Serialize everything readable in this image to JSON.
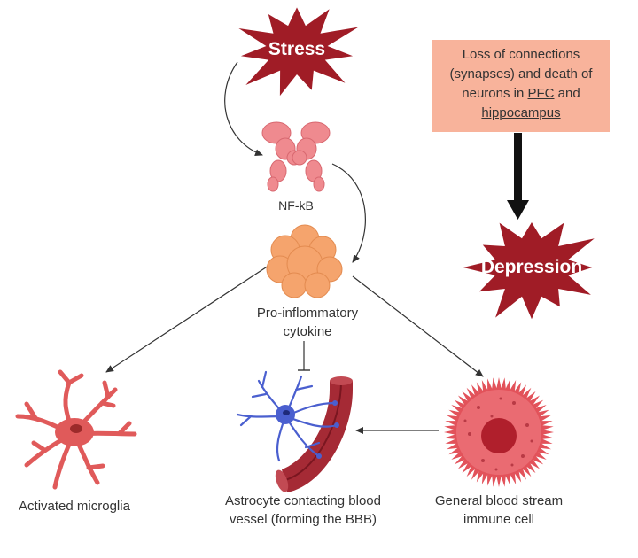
{
  "stress": {
    "label": "Stress"
  },
  "depression": {
    "label": "Depression"
  },
  "nfkb": {
    "label": "NF-kB"
  },
  "cytokine": {
    "label_line1": "Pro-inflommatory",
    "label_line2": "cytokine"
  },
  "microglia": {
    "label": "Activated microglia"
  },
  "astrocyte": {
    "label_line1": "Astrocyte contacting blood",
    "label_line2": "vessel (forming the BBB)"
  },
  "immune_cell": {
    "label_line1": "General blood stream",
    "label_line2": "immune cell"
  },
  "loss_box": {
    "line1": "Loss of connections",
    "line2": "(synapses) and death of",
    "line3_prefix": "neurons in ",
    "line3_link": "PFC",
    "line3_suffix": " and",
    "line4_link": "hippocampus"
  },
  "colors": {
    "star_red": "#a01c26",
    "box_salmon": "#f8b39b",
    "nfkb_pink": "#ef8a8f",
    "cytokine_orange": "#f5a46d",
    "microglia_red": "#e05a5a",
    "astrocyte_blue": "#4a5fcf",
    "vessel_red": "#8c1f2a",
    "immune_red": "#e2525a"
  }
}
